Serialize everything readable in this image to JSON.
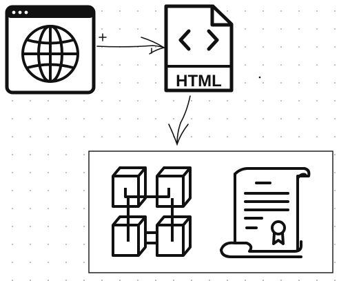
{
  "diagram": {
    "nodes": [
      {
        "id": "browser",
        "icon": "globe-browser-icon"
      },
      {
        "id": "html-file",
        "icon": "html-file-icon",
        "label": "HTML"
      },
      {
        "id": "group",
        "icons": [
          "blockchain-cubes-icon",
          "certificate-scroll-icon"
        ]
      }
    ],
    "edges": [
      {
        "from": "browser",
        "to": "html-file"
      },
      {
        "from": "html-file",
        "to": "group"
      }
    ]
  },
  "colors": {
    "ink": "#111111",
    "background": "#ffffff",
    "grid_dot": "#b9b9b9"
  }
}
